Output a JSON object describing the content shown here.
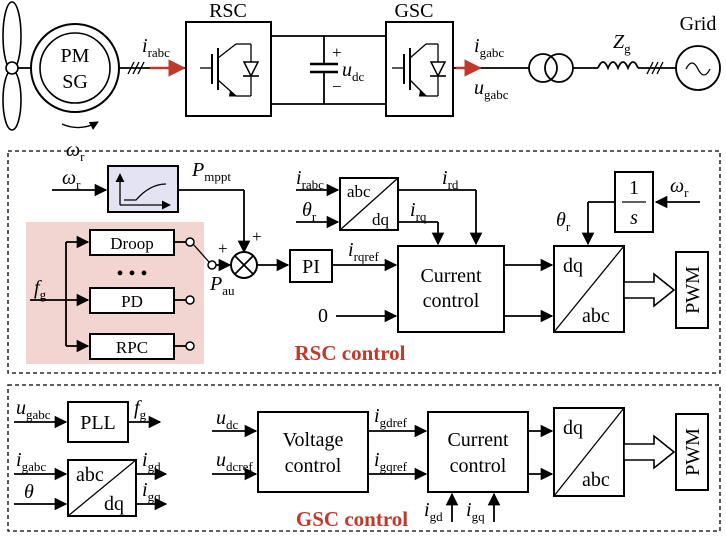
{
  "power": {
    "pmsg_top": "PM",
    "pmsg_bottom": "SG",
    "rsc": "RSC",
    "gsc": "GSC",
    "grid": "Grid",
    "i_rabc": {
      "s": "i",
      "sub": "rabc"
    },
    "u_dc": {
      "s": "u",
      "sub": "dc"
    },
    "plus": "+",
    "minus": "−",
    "i_gabc": {
      "s": "i",
      "sub": "gabc"
    },
    "u_gabc": {
      "s": "u",
      "sub": "gabc"
    },
    "z_g": {
      "s": "Z",
      "sub": "g"
    },
    "omega_r": {
      "s": "ω",
      "sub": "r"
    }
  },
  "rsc_control": {
    "title": "RSC control",
    "omega_r_in": {
      "s": "ω",
      "sub": "r"
    },
    "p_mppt": {
      "s": "P",
      "sub": "mppt"
    },
    "droop": "Droop",
    "dots": "• • •",
    "pd": "PD",
    "rpc": "RPC",
    "f_g": {
      "s": "f",
      "sub": "g"
    },
    "p_au": {
      "s": "P",
      "sub": "au"
    },
    "plus": "+",
    "pi": "PI",
    "i_rqref": {
      "s": "i",
      "sub": "rqref"
    },
    "zero": "0",
    "i_rabc": {
      "s": "i",
      "sub": "rabc"
    },
    "theta_r": {
      "s": "θ",
      "sub": "r"
    },
    "abc": "abc",
    "dq": "dq",
    "i_rd": {
      "s": "i",
      "sub": "rd"
    },
    "i_rq": {
      "s": "i",
      "sub": "rq"
    },
    "current_control": [
      "Current",
      "control"
    ],
    "integrator_num": "1",
    "integrator_den": "s",
    "omega_r2": {
      "s": "ω",
      "sub": "r"
    },
    "theta_r2": {
      "s": "θ",
      "sub": "r"
    },
    "dq2": "dq",
    "abc2": "abc",
    "pwm": "PWM"
  },
  "gsc_control": {
    "title": "GSC control",
    "u_gabc": {
      "s": "u",
      "sub": "gabc"
    },
    "pll": "PLL",
    "f_g": {
      "s": "f",
      "sub": "g"
    },
    "i_gabc": {
      "s": "i",
      "sub": "gabc"
    },
    "theta": "θ",
    "abc": "abc",
    "dq": "dq",
    "i_gd": {
      "s": "i",
      "sub": "gd"
    },
    "i_gq": {
      "s": "i",
      "sub": "gq"
    },
    "u_dc": {
      "s": "u",
      "sub": "dc"
    },
    "u_dcref": {
      "s": "u",
      "sub": "dcref"
    },
    "voltage_control": [
      "Voltage",
      "control"
    ],
    "i_gdref": {
      "s": "i",
      "sub": "gdref"
    },
    "i_gqref": {
      "s": "i",
      "sub": "gqref"
    },
    "current_control": [
      "Current",
      "control"
    ],
    "i_gd2": {
      "s": "i",
      "sub": "gd"
    },
    "i_gq2": {
      "s": "i",
      "sub": "gq"
    },
    "dq2": "dq",
    "abc2": "abc",
    "pwm": "PWM"
  },
  "colors": {
    "accent": "#c0392b",
    "pink_fill": "#f2d4d0",
    "mppt_fill": "#e3e3f3"
  }
}
